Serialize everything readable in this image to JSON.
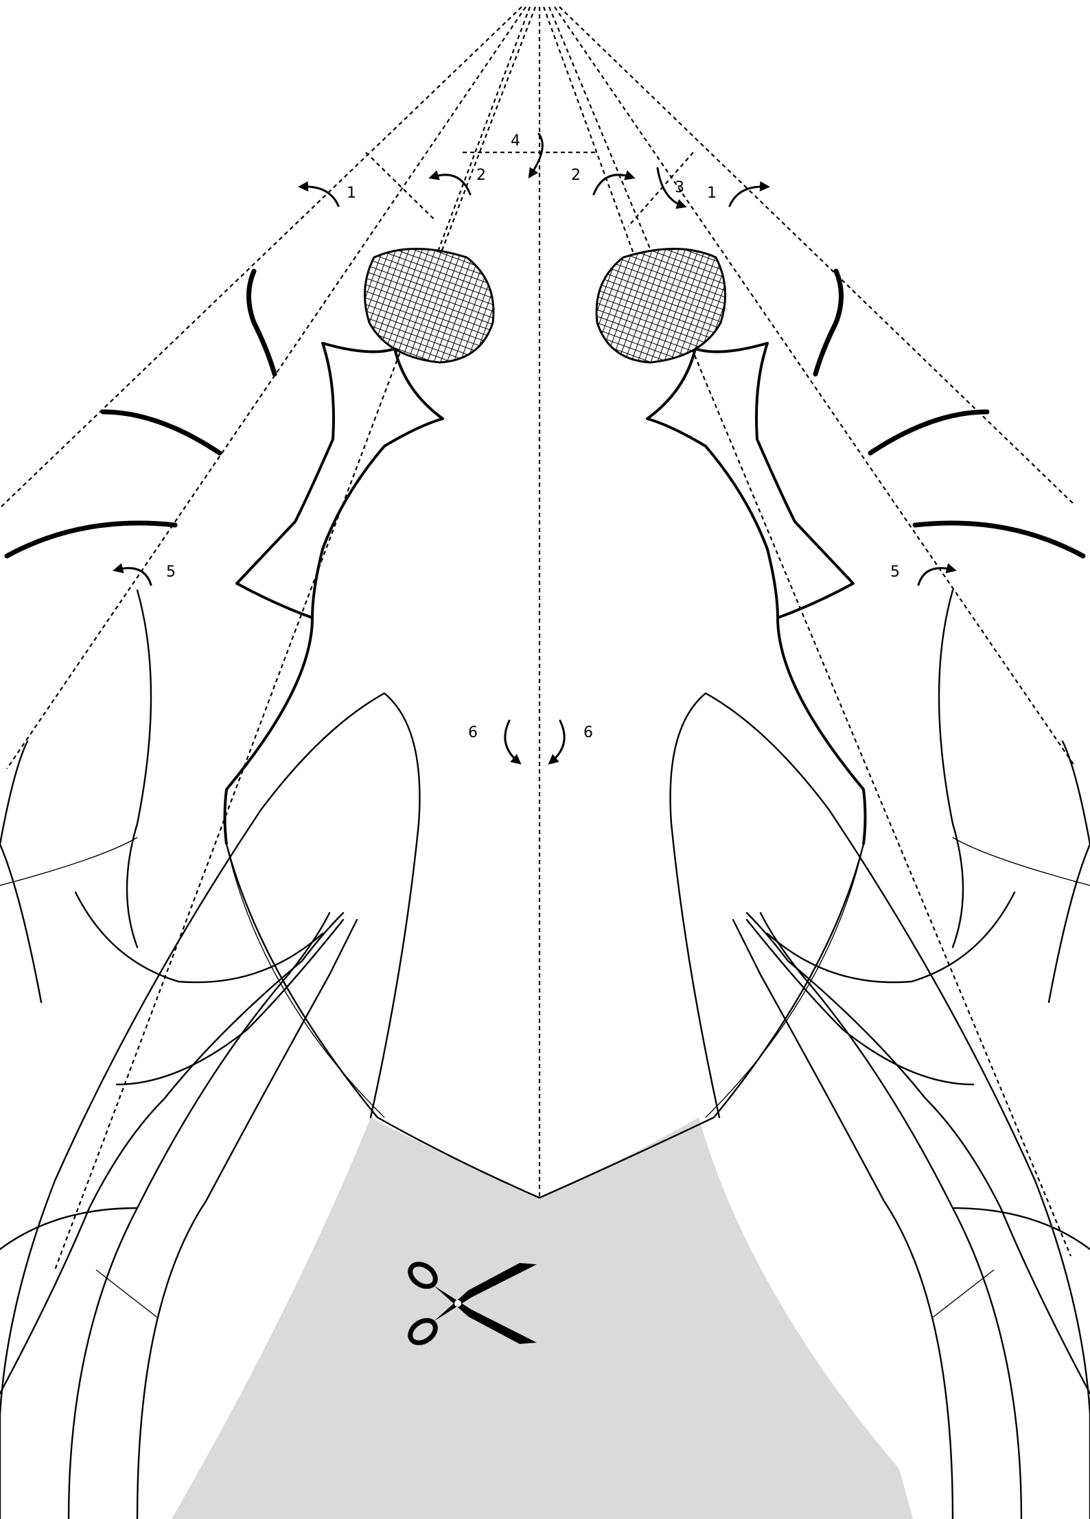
{
  "colors": {
    "scrap_area": "#dadada",
    "ink": "#000000",
    "paper": "#ffffff"
  },
  "icons": {
    "cut_here": "scissors-icon"
  },
  "fold_steps": {
    "step1_left": "1",
    "step1_right": "1",
    "step2_left": "2",
    "step2_right": "2",
    "step3": "3",
    "step4": "4",
    "step5_left": "5",
    "step5_right": "5",
    "step6_left": "6",
    "step6_right": "6"
  }
}
